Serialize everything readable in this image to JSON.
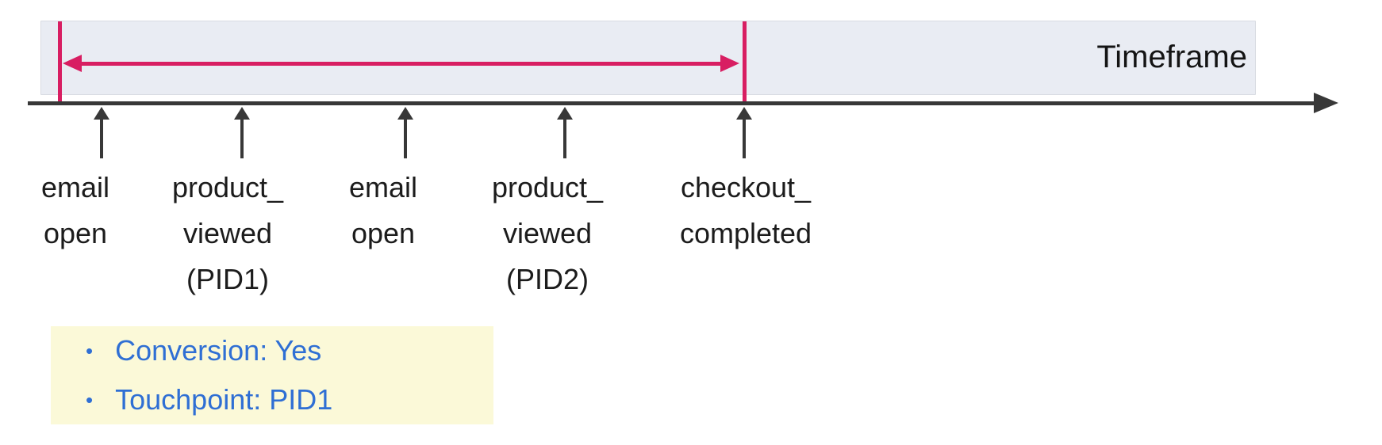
{
  "colors": {
    "pink": "#d81e62",
    "blue": "#2f6fd4",
    "note-bg": "#fbf9d8",
    "box-bg": "#e9ecf3",
    "box-border": "#d8dbe2",
    "ink": "#383838",
    "text": "#1c1c1c"
  },
  "timeframe": {
    "label": "Timeframe"
  },
  "events": [
    {
      "name": "email-open-1",
      "lines": [
        "email",
        "open"
      ]
    },
    {
      "name": "product-viewed-pid1",
      "lines": [
        "product_",
        "viewed",
        "(PID1)"
      ]
    },
    {
      "name": "email-open-2",
      "lines": [
        "email",
        "open"
      ]
    },
    {
      "name": "product-viewed-pid2",
      "lines": [
        "product_",
        "viewed",
        "(PID2)"
      ]
    },
    {
      "name": "checkout-completed",
      "lines": [
        "checkout_",
        "completed"
      ]
    }
  ],
  "note": {
    "items": [
      {
        "bullet": "•",
        "text": "Conversion: Yes"
      },
      {
        "bullet": "•",
        "text": "Touchpoint: PID1"
      }
    ]
  }
}
